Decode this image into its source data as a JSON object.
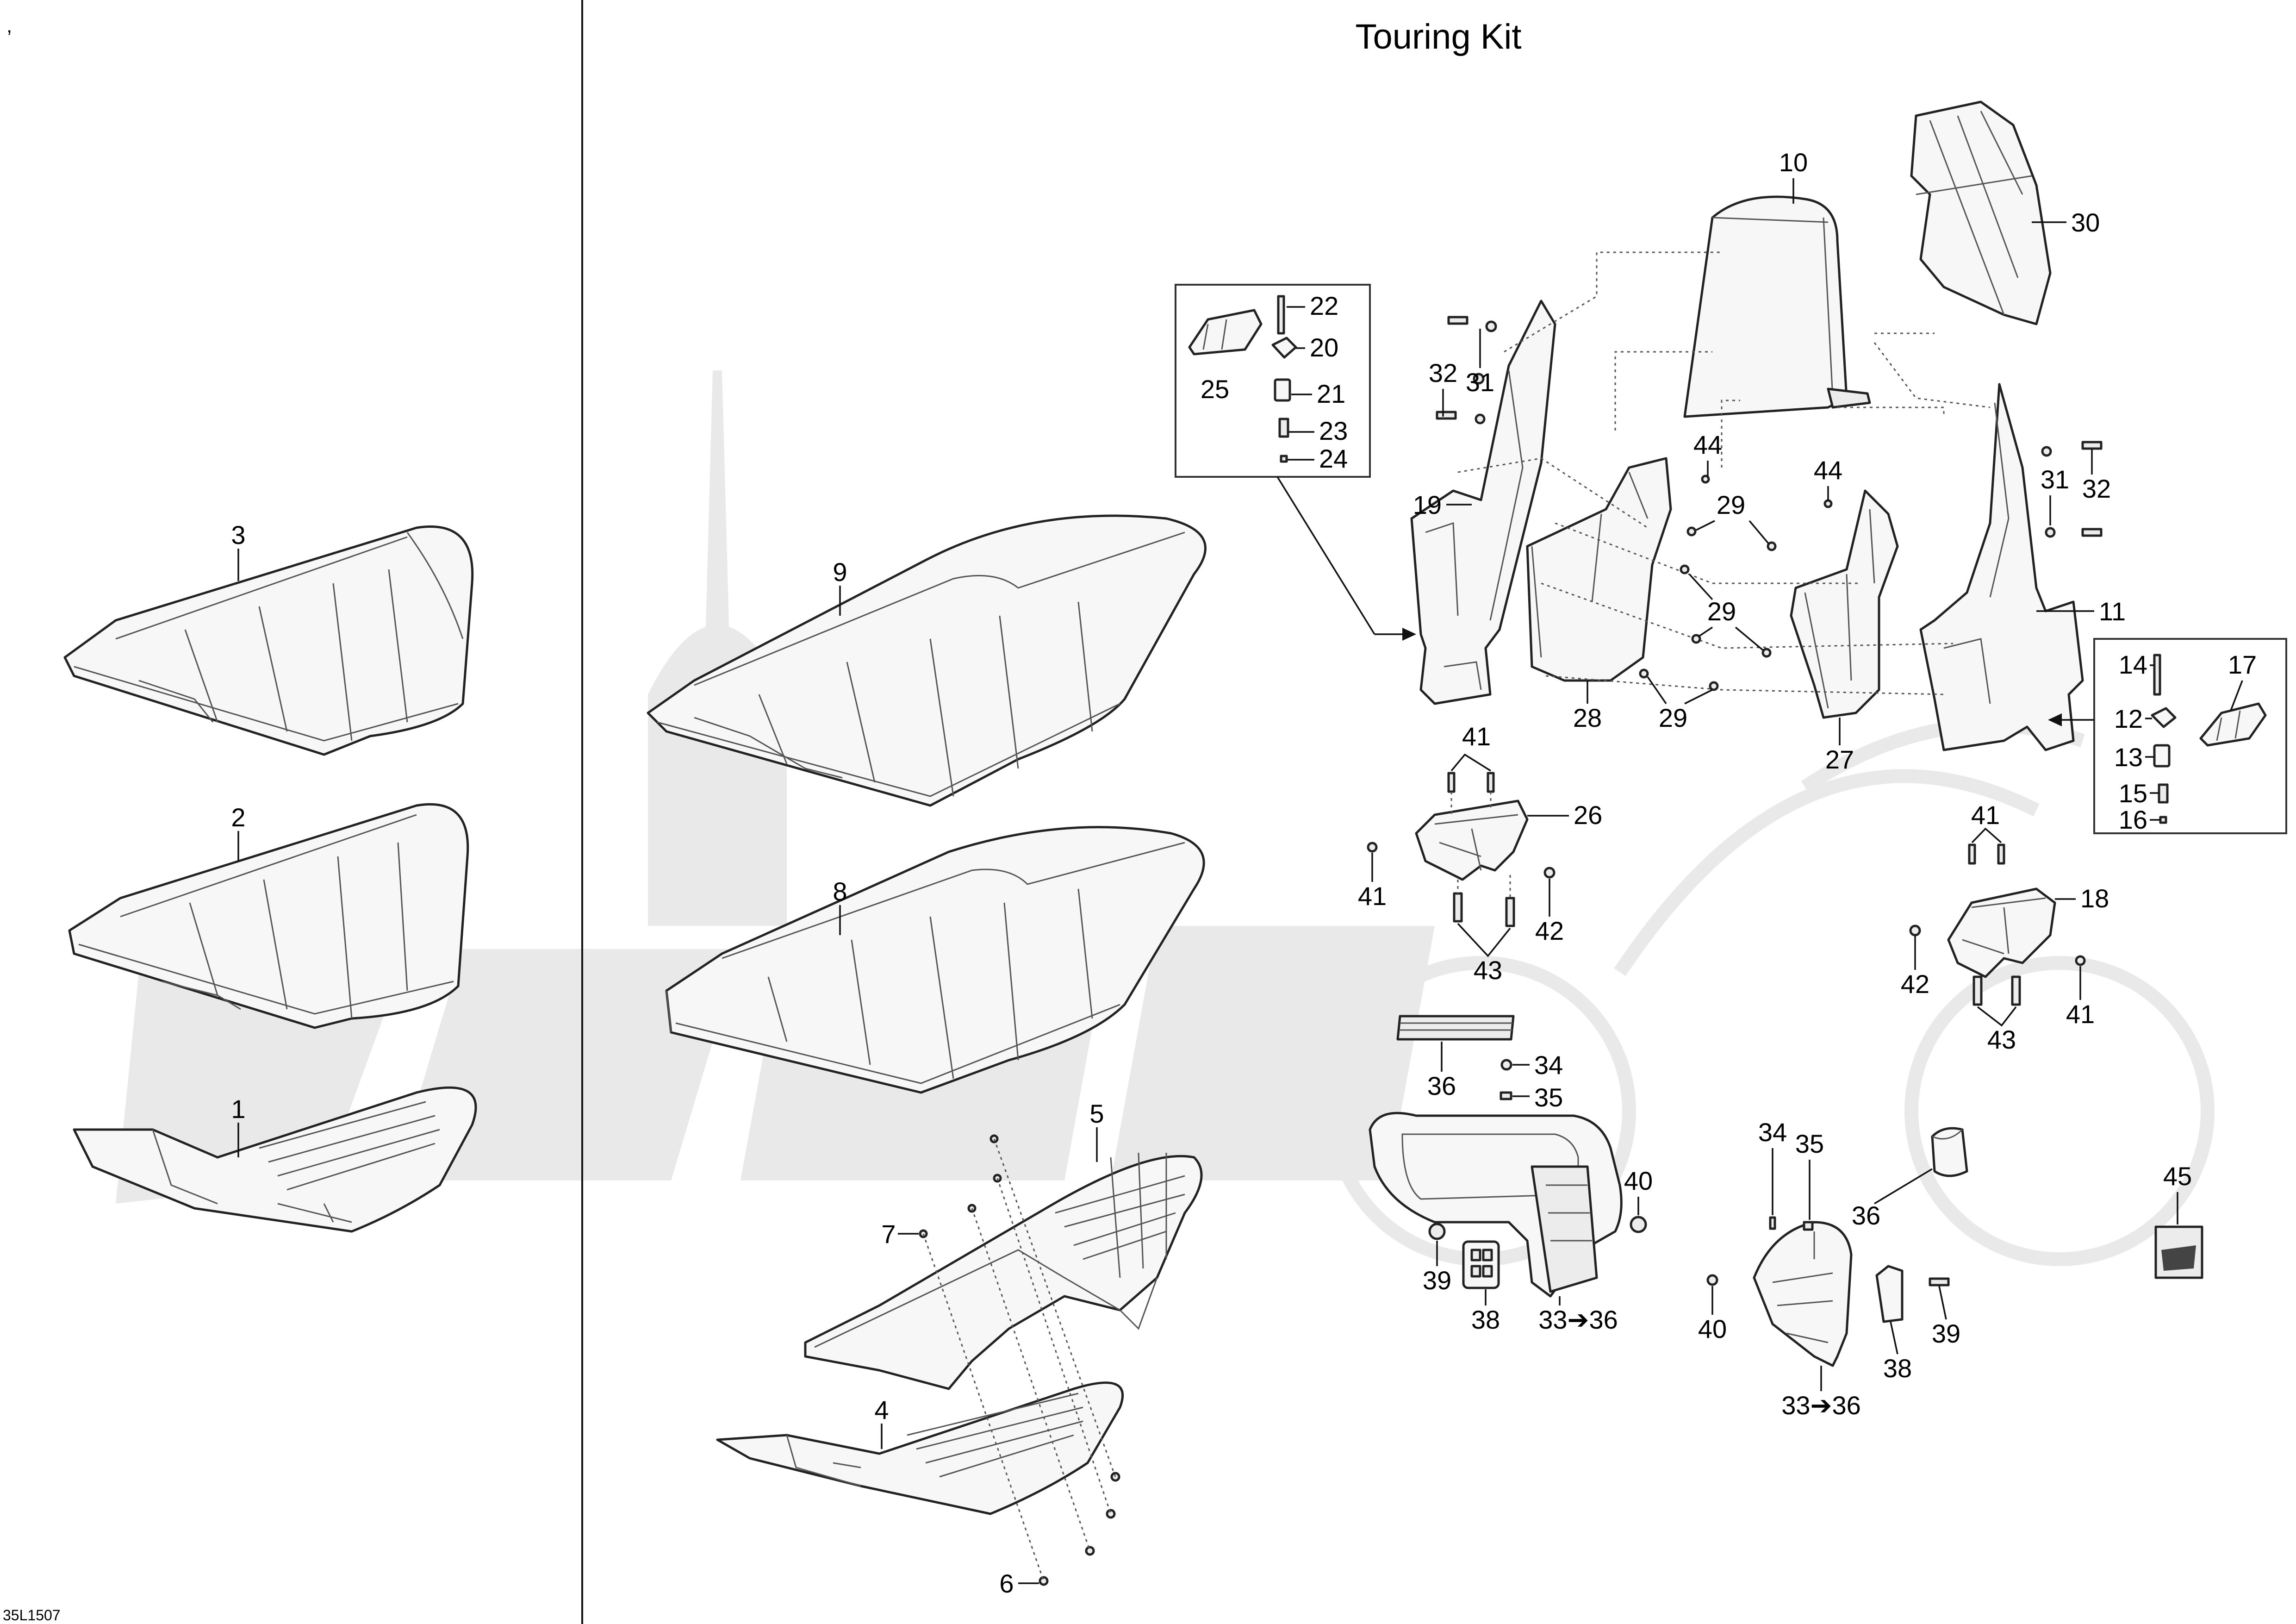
{
  "title": "Touring Kit",
  "reference_code": "35L1507",
  "corner_mark": ",",
  "part_labels": {
    "p1": "1",
    "p2": "2",
    "p3": "3",
    "p4": "4",
    "p5": "5",
    "p6": "6",
    "p7": "7",
    "p8": "8",
    "p9": "9",
    "p10": "10",
    "p11": "11",
    "p12": "12",
    "p13": "13",
    "p14": "14",
    "p15": "15",
    "p16": "16",
    "p17": "17",
    "p18": "18",
    "p19": "19",
    "p20": "20",
    "p21": "21",
    "p22": "22",
    "p23": "23",
    "p24": "24",
    "p25": "25",
    "p26": "26",
    "p27": "27",
    "p28": "28",
    "p29": "29",
    "p30": "30",
    "p31": "31",
    "p32": "32",
    "p33_36": "33➔36",
    "p34": "34",
    "p35": "35",
    "p36": "36",
    "p38": "38",
    "p39": "39",
    "p40": "40",
    "p41": "41",
    "p42": "42",
    "p43": "43",
    "p44": "44",
    "p45": "45"
  },
  "colors": {
    "line": "#222222",
    "part_fill": "#f7f7f7",
    "watermark": "#e9e9e9"
  }
}
